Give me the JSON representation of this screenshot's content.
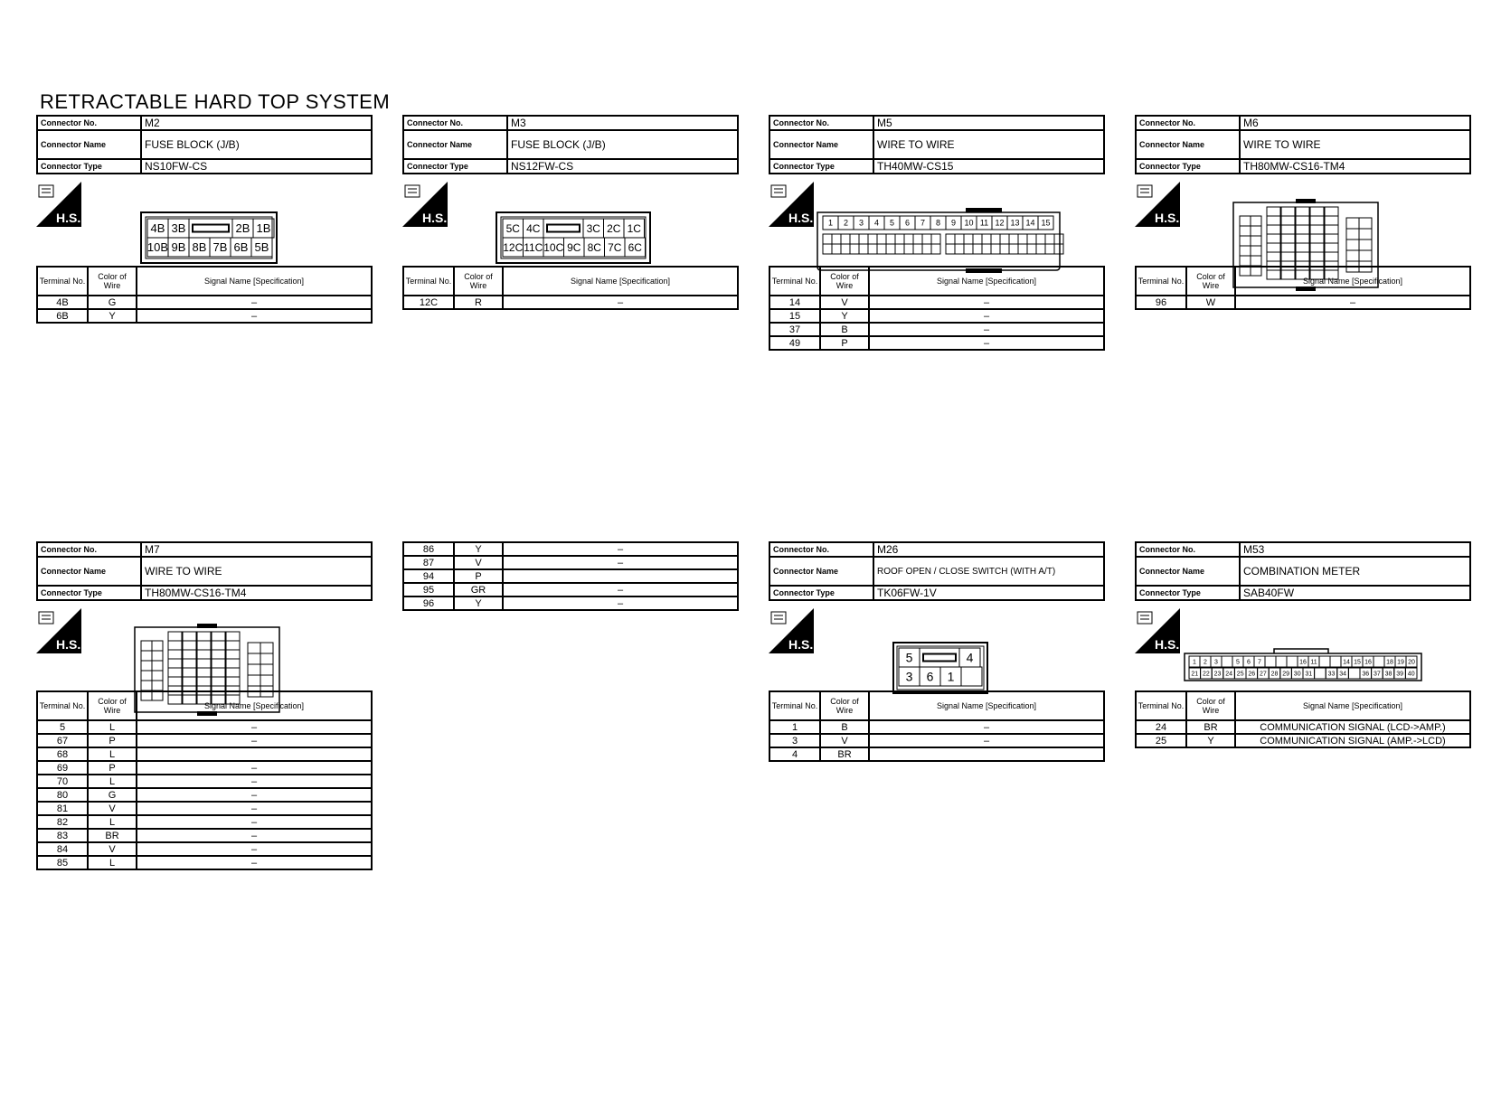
{
  "title": "RETRACTABLE HARD TOP SYSTEM",
  "labels": {
    "connector_no": "Connector No.",
    "connector_name": "Connector Name",
    "connector_type": "Connector Type",
    "hs": "H.S.",
    "terminal_no": "Terminal No.",
    "color_of_wire": "Color of Wire",
    "signal_name": "Signal Name [Specification]"
  },
  "connectors": [
    {
      "no": "M2",
      "name": "FUSE BLOCK (J/B)",
      "type": "NS10FW-CS",
      "pins_top": [
        "4B",
        "3B",
        "",
        "2B",
        "1B"
      ],
      "pins_bottom": [
        "10B",
        "9B",
        "8B",
        "7B",
        "6B",
        "5B"
      ],
      "rows": [
        [
          "4B",
          "G",
          "–"
        ],
        [
          "6B",
          "Y",
          "–"
        ]
      ]
    },
    {
      "no": "M3",
      "name": "FUSE BLOCK (J/B)",
      "type": "NS12FW-CS",
      "pins_top": [
        "5C",
        "4C",
        "",
        "3C",
        "2C",
        "1C"
      ],
      "pins_bottom": [
        "12C",
        "11C",
        "10C",
        "9C",
        "8C",
        "7C",
        "6C"
      ],
      "rows": [
        [
          "12C",
          "R",
          "–"
        ]
      ]
    },
    {
      "no": "M5",
      "name": "WIRE TO WIRE",
      "type": "TH40MW-CS15",
      "pins_top": [
        "1",
        "2",
        "3",
        "4",
        "5",
        "6",
        "7",
        "8",
        "9",
        "10",
        "11",
        "12",
        "13",
        "14",
        "15"
      ],
      "rows": [
        [
          "14",
          "V",
          "–"
        ],
        [
          "15",
          "Y",
          "–"
        ],
        [
          "37",
          "B",
          "–"
        ],
        [
          "49",
          "P",
          "–"
        ]
      ]
    },
    {
      "no": "M6",
      "name": "WIRE TO WIRE",
      "type": "TH80MW-CS16-TM4",
      "rows": [
        [
          "96",
          "W",
          "–"
        ]
      ]
    },
    {
      "no": "M7",
      "name": "WIRE TO WIRE",
      "type": "TH80MW-CS16-TM4",
      "rows": [
        [
          "5",
          "L",
          "–"
        ],
        [
          "67",
          "P",
          "–"
        ],
        [
          "68",
          "L",
          ""
        ],
        [
          "69",
          "P",
          "–"
        ],
        [
          "70",
          "L",
          "–"
        ],
        [
          "80",
          "G",
          "–"
        ],
        [
          "81",
          "V",
          "–"
        ],
        [
          "82",
          "L",
          "–"
        ],
        [
          "83",
          "BR",
          "–"
        ],
        [
          "84",
          "V",
          "–"
        ],
        [
          "85",
          "L",
          "–"
        ]
      ]
    },
    {
      "continuation": true,
      "rows": [
        [
          "86",
          "Y",
          "–"
        ],
        [
          "87",
          "V",
          "–"
        ],
        [
          "94",
          "P",
          ""
        ],
        [
          "95",
          "GR",
          "–"
        ],
        [
          "96",
          "Y",
          "–"
        ]
      ]
    },
    {
      "no": "M26",
      "name": "ROOF OPEN / CLOSE SWITCH (WITH A/T)",
      "type": "TK06FW-1V",
      "pins_top": [
        "5",
        "",
        "4"
      ],
      "pins_bottom": [
        "3",
        "6",
        "1",
        ""
      ],
      "rows": [
        [
          "1",
          "B",
          "–"
        ],
        [
          "3",
          "V",
          "–"
        ],
        [
          "4",
          "BR",
          ""
        ]
      ]
    },
    {
      "no": "M53",
      "name": "COMBINATION METER",
      "type": "SAB40FW",
      "pins_top": [
        "1",
        "2",
        "3",
        "",
        "5",
        "6",
        "7",
        "",
        "",
        "",
        "16",
        "11",
        "",
        "",
        "14",
        "15",
        "16",
        "",
        "18",
        "19",
        "20"
      ],
      "pins_bottom": [
        "21",
        "22",
        "23",
        "24",
        "25",
        "26",
        "27",
        "28",
        "29",
        "30",
        "31",
        "",
        "33",
        "34",
        "",
        "36",
        "37",
        "38",
        "39",
        "40"
      ],
      "rows": [
        [
          "24",
          "BR",
          "COMMUNICATION SIGNAL (LCD->AMP.)"
        ],
        [
          "25",
          "Y",
          "COMMUNICATION SIGNAL (AMP.->LCD)"
        ]
      ]
    }
  ]
}
